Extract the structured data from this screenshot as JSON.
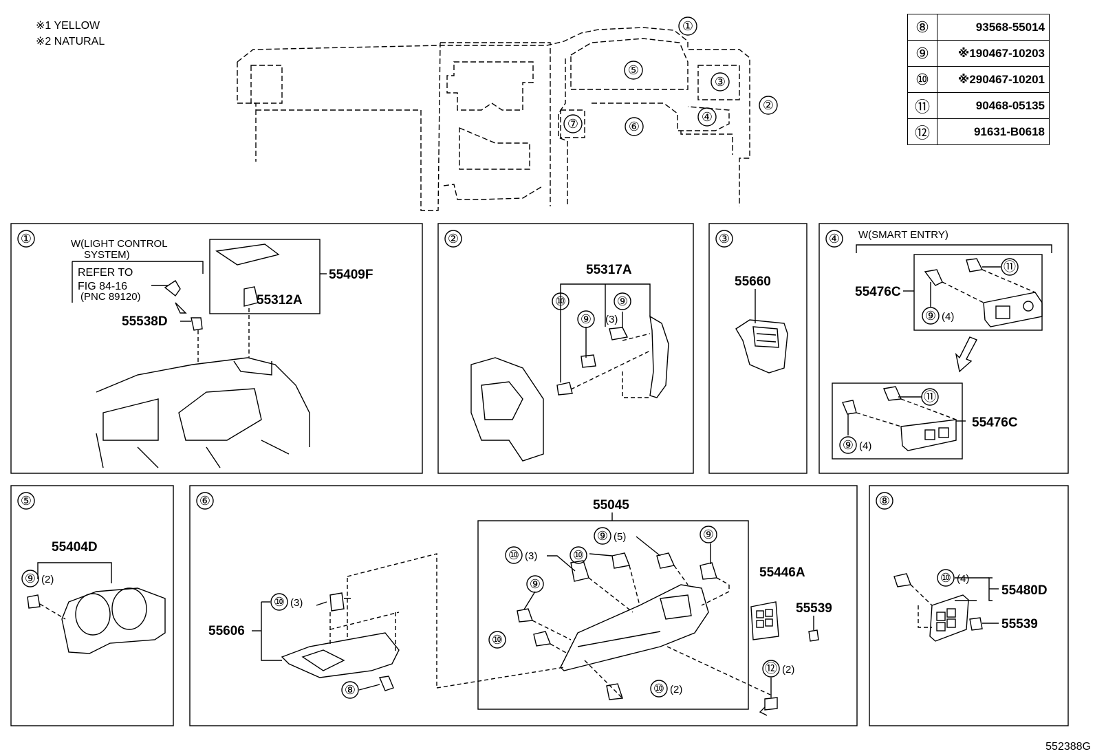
{
  "notes": [
    "※1 YELLOW",
    "※2 NATURAL"
  ],
  "table": [
    {
      "num": "⑧",
      "value": "93568-55014"
    },
    {
      "num": "⑨",
      "value": "※190467-10203"
    },
    {
      "num": "⑩",
      "value": "※290467-10201"
    },
    {
      "num": "⑪",
      "value": "90468-05135"
    },
    {
      "num": "⑫",
      "value": "91631-B0618"
    }
  ],
  "overview": {
    "callouts": [
      "①",
      "②",
      "③",
      "④",
      "⑤",
      "⑥",
      "⑦"
    ]
  },
  "panel1": {
    "num": "①",
    "cond1": "W(LIGHT CONTROL",
    "cond2": "SYSTEM)",
    "ref1": "REFER TO",
    "ref2": "FIG 84-16",
    "ref3": "(PNC 89120)",
    "parts": [
      "55409F",
      "55312A",
      "55538D"
    ]
  },
  "panel2": {
    "num": "②",
    "parts": [
      "55317A"
    ],
    "callouts": [
      "⑩",
      "⑨",
      "⑨",
      "(3)"
    ]
  },
  "panel3": {
    "num": "③",
    "parts": [
      "55660"
    ]
  },
  "panel4": {
    "num": "④",
    "cond": "W(SMART ENTRY)",
    "parts": [
      "55476C",
      "55476C"
    ],
    "callouts": [
      "⑪",
      "⑨",
      "(4)",
      "⑪",
      "⑨",
      "(4)"
    ]
  },
  "panel5": {
    "num": "⑤",
    "parts": [
      "55404D"
    ],
    "callouts": [
      "⑨",
      "(2)"
    ]
  },
  "panel6": {
    "num": "⑥",
    "parts": [
      "55045",
      "55606",
      "55446A",
      "55539"
    ],
    "callouts": [
      "⑩",
      "(3)",
      "⑧",
      "⑨",
      "(5)",
      "⑨",
      "⑩",
      "(3)",
      "⑩",
      "⑨",
      "⑩",
      "⑩",
      "(2)",
      "⑫",
      "(2)"
    ]
  },
  "panel8": {
    "num": "⑧",
    "parts": [
      "55480D",
      "55539"
    ],
    "callouts": [
      "⑩",
      "(4)"
    ]
  },
  "footer_code": "552388G"
}
